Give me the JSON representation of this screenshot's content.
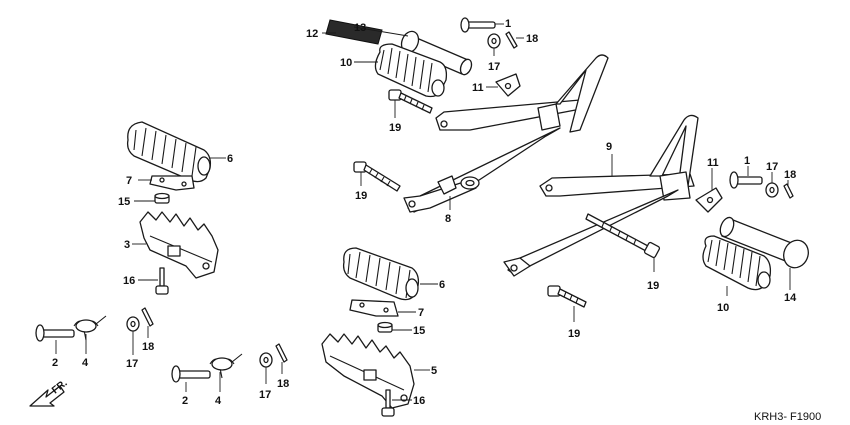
{
  "diagram_code": "KRH3- F1900",
  "direction_label": "FR.",
  "callouts": {
    "c12": "12",
    "c13": "13",
    "c1a": "1",
    "c18a": "18",
    "c17a": "17",
    "c10a": "10",
    "c11a": "11",
    "c19a": "19",
    "c6a": "6",
    "c7a": "7",
    "c15a": "15",
    "c3": "3",
    "c16a": "16",
    "c19b": "19",
    "c8": "8",
    "c9": "9",
    "c11b": "11",
    "c1b": "1",
    "c17b": "17",
    "c18b": "18",
    "c19c": "19",
    "c10b": "10",
    "c14": "14",
    "c19d": "19",
    "c2a": "2",
    "c4a": "4",
    "c17c": "17",
    "c18c": "18",
    "c6b": "6",
    "c7b": "7",
    "c15b": "15",
    "c5": "5",
    "c16b": "16",
    "c2b": "2",
    "c4b": "4",
    "c17d": "17",
    "c18d": "18"
  }
}
